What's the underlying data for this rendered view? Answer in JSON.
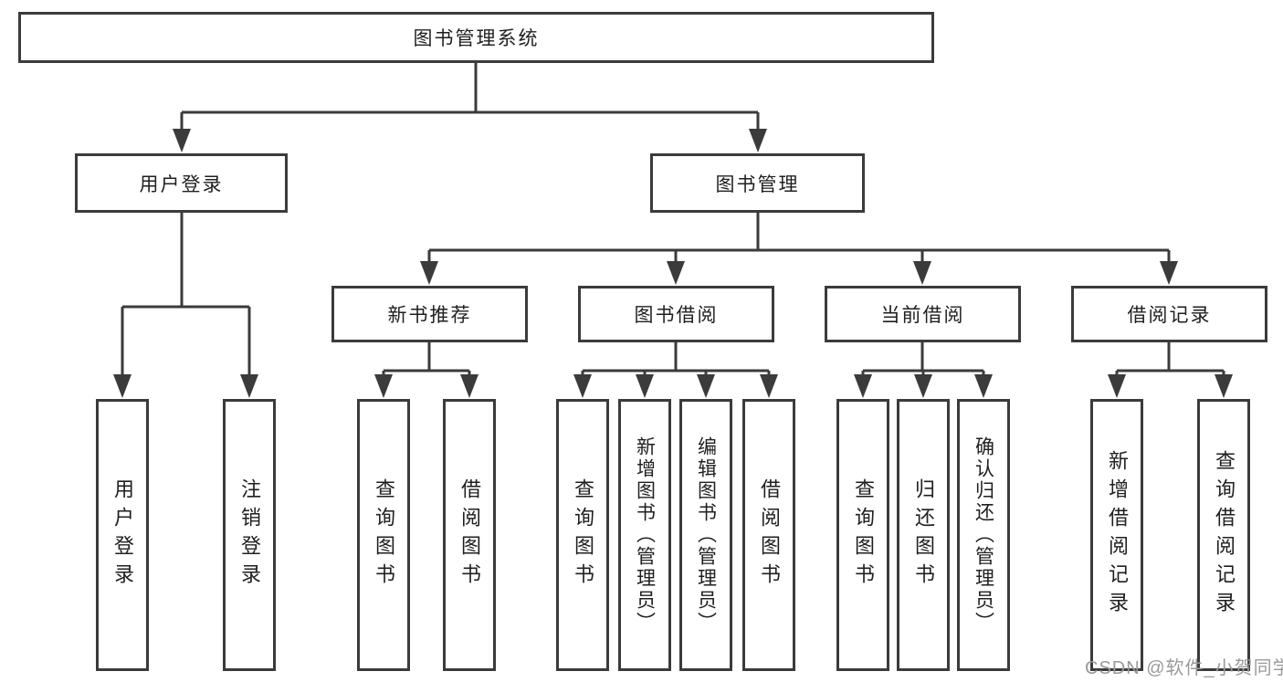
{
  "diagram": {
    "root": {
      "label": "图书管理系统"
    },
    "branches": [
      {
        "label": "用户登录",
        "children": [
          {
            "label": "用户登录"
          },
          {
            "label": "注销登录"
          }
        ]
      },
      {
        "label": "图书管理",
        "groups": [
          {
            "label": "新书推荐",
            "children": [
              {
                "label": "查询图书"
              },
              {
                "label": "借阅图书"
              }
            ]
          },
          {
            "label": "图书借阅",
            "children": [
              {
                "label": "查询图书"
              },
              {
                "label": "新增图书（管理员）"
              },
              {
                "label": "编辑图书（管理员）"
              },
              {
                "label": "借阅图书"
              }
            ]
          },
          {
            "label": "当前借阅",
            "children": [
              {
                "label": "查询图书"
              },
              {
                "label": "归还图书"
              },
              {
                "label": "确认归还（管理员）"
              }
            ]
          },
          {
            "label": "借阅记录",
            "children": [
              {
                "label": "新增借阅记录"
              },
              {
                "label": "查询借阅记录"
              }
            ]
          }
        ]
      }
    ]
  },
  "watermark": {
    "text": "CSDN @软件_小贺同学"
  },
  "colors": {
    "line": "#3b3b3b",
    "text": "#1f1f1f",
    "background": "#ffffff",
    "box_border": "#3b3b3b",
    "box_fill": "#ffffff",
    "watermark": "#9a9a9a"
  }
}
